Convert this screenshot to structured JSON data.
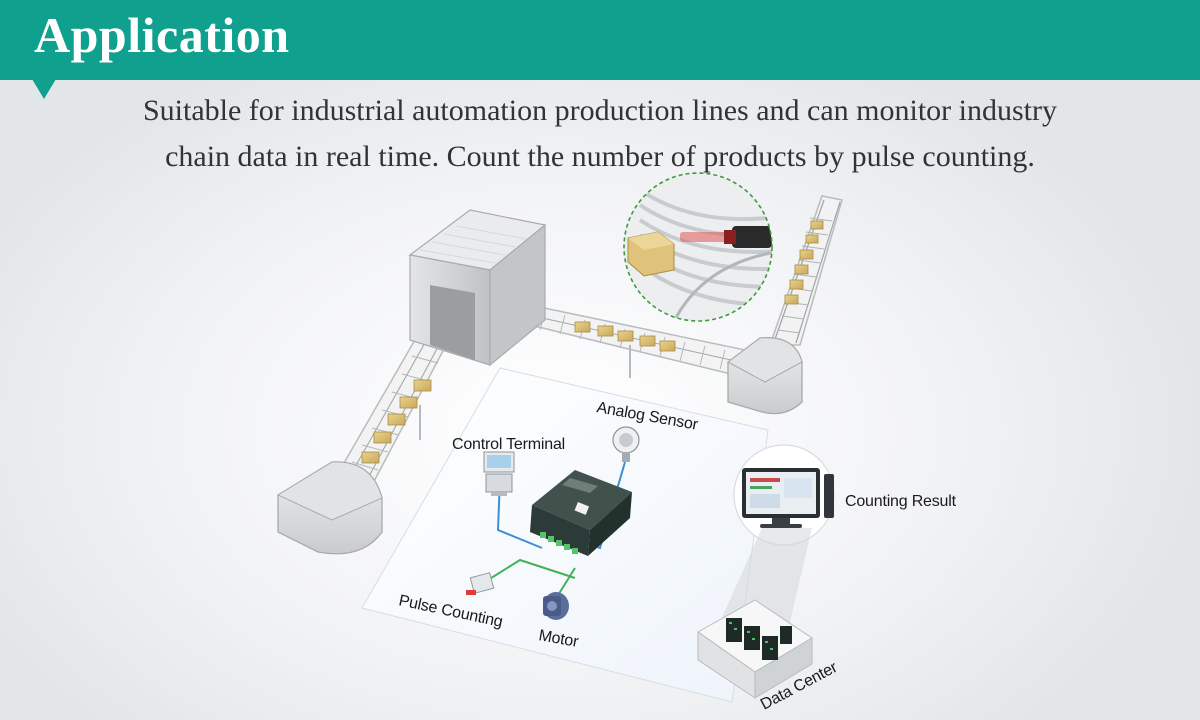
{
  "header": {
    "title": "Application"
  },
  "description": {
    "line1": "Suitable for industrial automation production lines and can monitor industry",
    "line2": "chain data in real time. Count the number of products by pulse counting."
  },
  "labels": {
    "control_terminal": "Control Terminal",
    "analog_sensor": "Analog Sensor",
    "counting_result": "Counting Result",
    "pulse_counting": "Pulse Counting",
    "motor": "Motor",
    "data_center": "Data Center"
  },
  "colors": {
    "banner": "#10a08e",
    "wire_blue": "#3b8fd6",
    "wire_green": "#43b05a",
    "box": "#d9bd72",
    "device": "#2c3b37"
  }
}
